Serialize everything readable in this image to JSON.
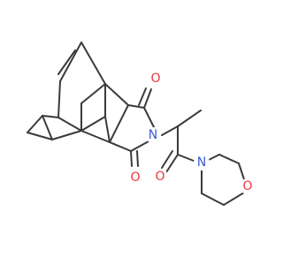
{
  "colors": {
    "bond": "#3a3a3a",
    "oxygen": "#e8363c",
    "nitrogen": "#3c59d6",
    "background": "#ffffff"
  },
  "atom_labels": {
    "imide_oxygen_top": "O",
    "imide_oxygen_bottom": "O",
    "imide_nitrogen": "N",
    "amide_oxygen": "O",
    "morpholine_nitrogen": "N",
    "morpholine_oxygen": "O"
  }
}
